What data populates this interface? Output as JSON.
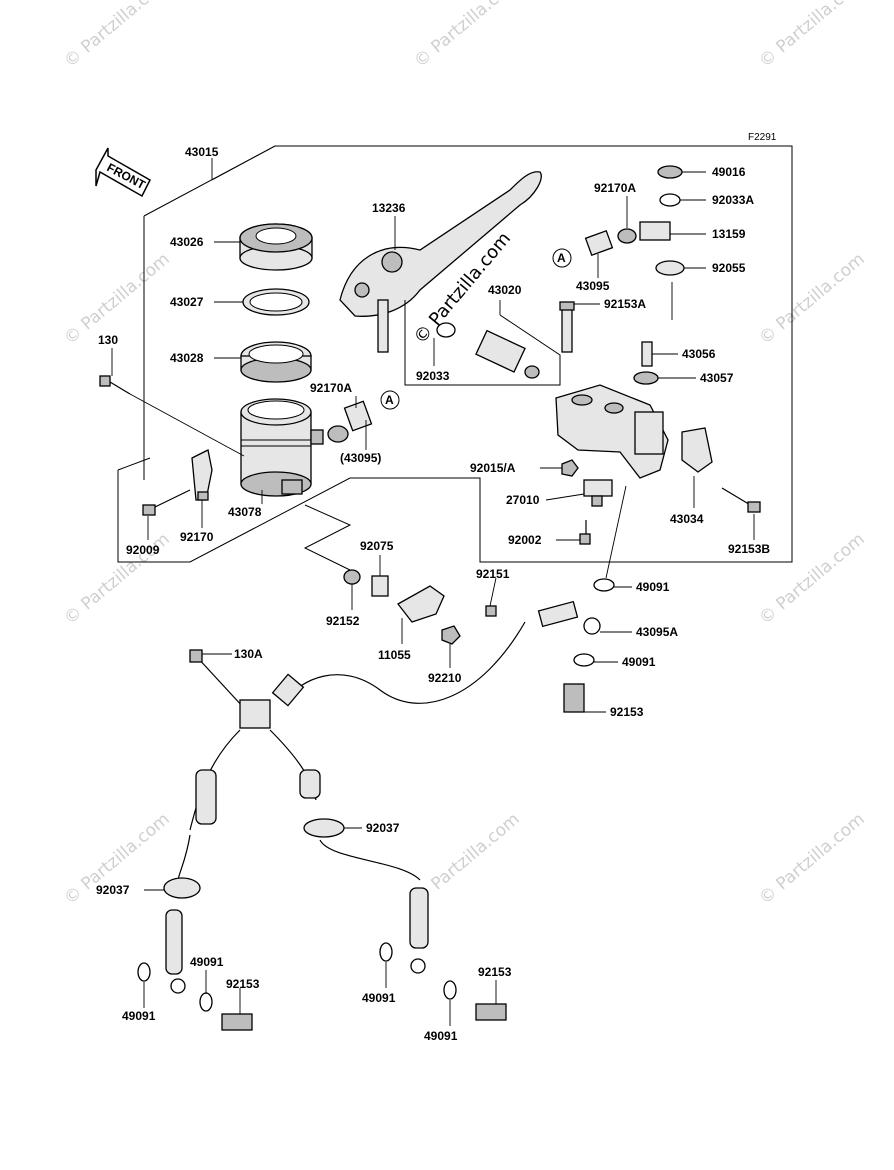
{
  "diagram": {
    "code": "F2291",
    "front_label": "FRONT",
    "ref_label": "A",
    "watermark_text": "© Partzilla.com",
    "part_labels": [
      {
        "id": "43015",
        "text": "43015"
      },
      {
        "id": "43026",
        "text": "43026"
      },
      {
        "id": "43027",
        "text": "43027"
      },
      {
        "id": "43028",
        "text": "43028"
      },
      {
        "id": "130",
        "text": "130"
      },
      {
        "id": "92170A_left",
        "text": "92170A"
      },
      {
        "id": "43095_paren",
        "text": "(43095)"
      },
      {
        "id": "43078",
        "text": "43078"
      },
      {
        "id": "92009",
        "text": "92009"
      },
      {
        "id": "92170",
        "text": "92170"
      },
      {
        "id": "13236",
        "text": "13236"
      },
      {
        "id": "43020",
        "text": "43020"
      },
      {
        "id": "92033",
        "text": "92033"
      },
      {
        "id": "92170A_right",
        "text": "92170A"
      },
      {
        "id": "43095",
        "text": "43095"
      },
      {
        "id": "92153A",
        "text": "92153A"
      },
      {
        "id": "49016",
        "text": "49016"
      },
      {
        "id": "92033A",
        "text": "92033A"
      },
      {
        "id": "13159",
        "text": "13159"
      },
      {
        "id": "92055",
        "text": "92055"
      },
      {
        "id": "43056",
        "text": "43056"
      },
      {
        "id": "43057",
        "text": "43057"
      },
      {
        "id": "92015A",
        "text": "92015/A"
      },
      {
        "id": "27010",
        "text": "27010"
      },
      {
        "id": "43034",
        "text": "43034"
      },
      {
        "id": "92002",
        "text": "92002"
      },
      {
        "id": "92153B",
        "text": "92153B"
      },
      {
        "id": "92075",
        "text": "92075"
      },
      {
        "id": "92152",
        "text": "92152"
      },
      {
        "id": "92151",
        "text": "92151"
      },
      {
        "id": "11055",
        "text": "11055"
      },
      {
        "id": "92210",
        "text": "92210"
      },
      {
        "id": "49091_a",
        "text": "49091"
      },
      {
        "id": "43095A",
        "text": "43095A"
      },
      {
        "id": "49091_b",
        "text": "49091"
      },
      {
        "id": "92153_a",
        "text": "92153"
      },
      {
        "id": "130A",
        "text": "130A"
      },
      {
        "id": "92037_mid",
        "text": "92037"
      },
      {
        "id": "92037_left",
        "text": "92037"
      },
      {
        "id": "49091_c",
        "text": "49091"
      },
      {
        "id": "49091_d",
        "text": "49091"
      },
      {
        "id": "92153_b",
        "text": "92153"
      },
      {
        "id": "49091_e",
        "text": "49091"
      },
      {
        "id": "92153_c",
        "text": "92153"
      },
      {
        "id": "49091_f",
        "text": "49091"
      }
    ]
  }
}
